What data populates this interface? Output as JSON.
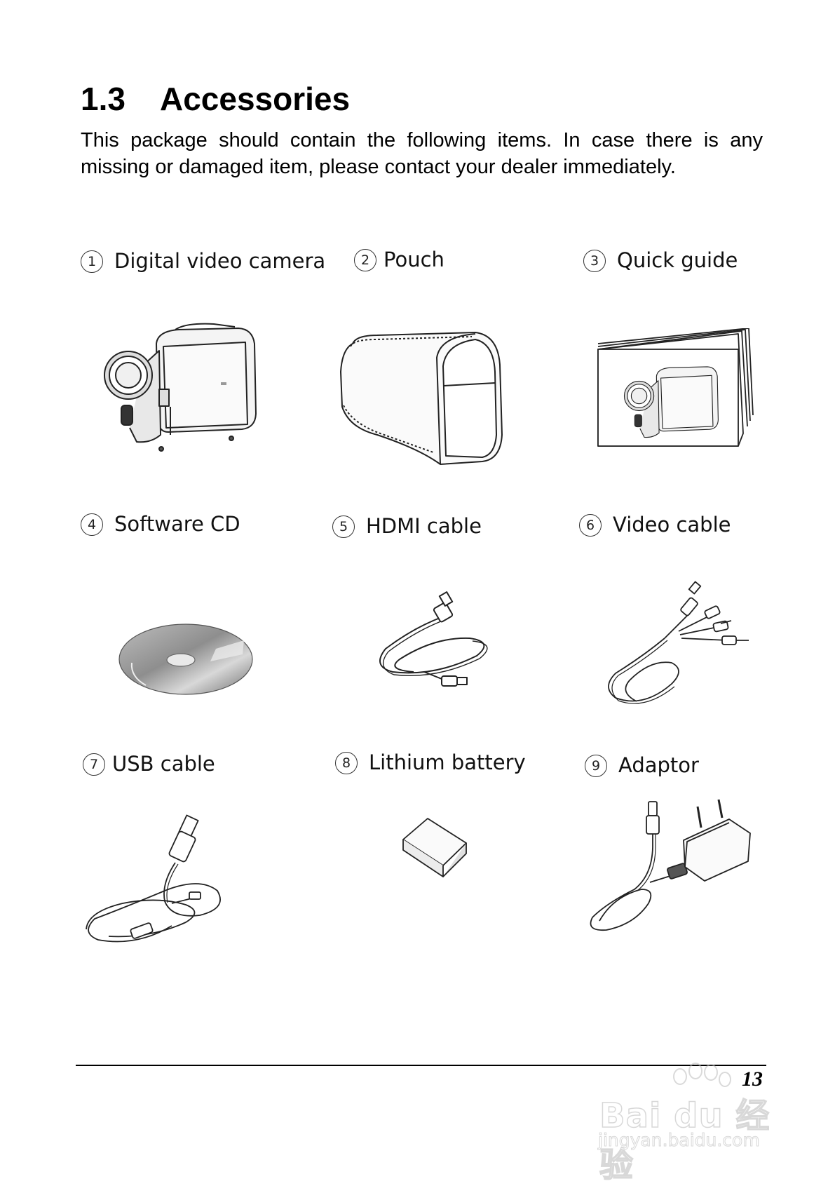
{
  "section": {
    "number": "1.3",
    "title": "Accessories"
  },
  "intro": "This package should contain the following items.   In case there is any missing or damaged item, please contact your dealer immediately.",
  "items": [
    {
      "mark": "1",
      "label": "Digital video camera",
      "icon": "camcorder-illustration"
    },
    {
      "mark": "2",
      "label": "Pouch",
      "icon": "pouch-illustration"
    },
    {
      "mark": "3",
      "label": "Quick guide",
      "icon": "quick-guide-illustration"
    },
    {
      "mark": "4",
      "label": "Software CD",
      "icon": "cd-illustration"
    },
    {
      "mark": "5",
      "label": "HDMI cable",
      "icon": "hdmi-cable-illustration"
    },
    {
      "mark": "6",
      "label": "Video cable",
      "icon": "video-cable-illustration"
    },
    {
      "mark": "7",
      "label": "USB cable",
      "icon": "usb-cable-illustration"
    },
    {
      "mark": "8",
      "label": "Lithium battery",
      "icon": "battery-illustration"
    },
    {
      "mark": "9",
      "label": "Adaptor",
      "icon": "adaptor-illustration"
    }
  ],
  "footer": {
    "page_number": "13"
  },
  "watermark": {
    "brand": "Bai du 经验",
    "url": "jingyan.baidu.com"
  }
}
